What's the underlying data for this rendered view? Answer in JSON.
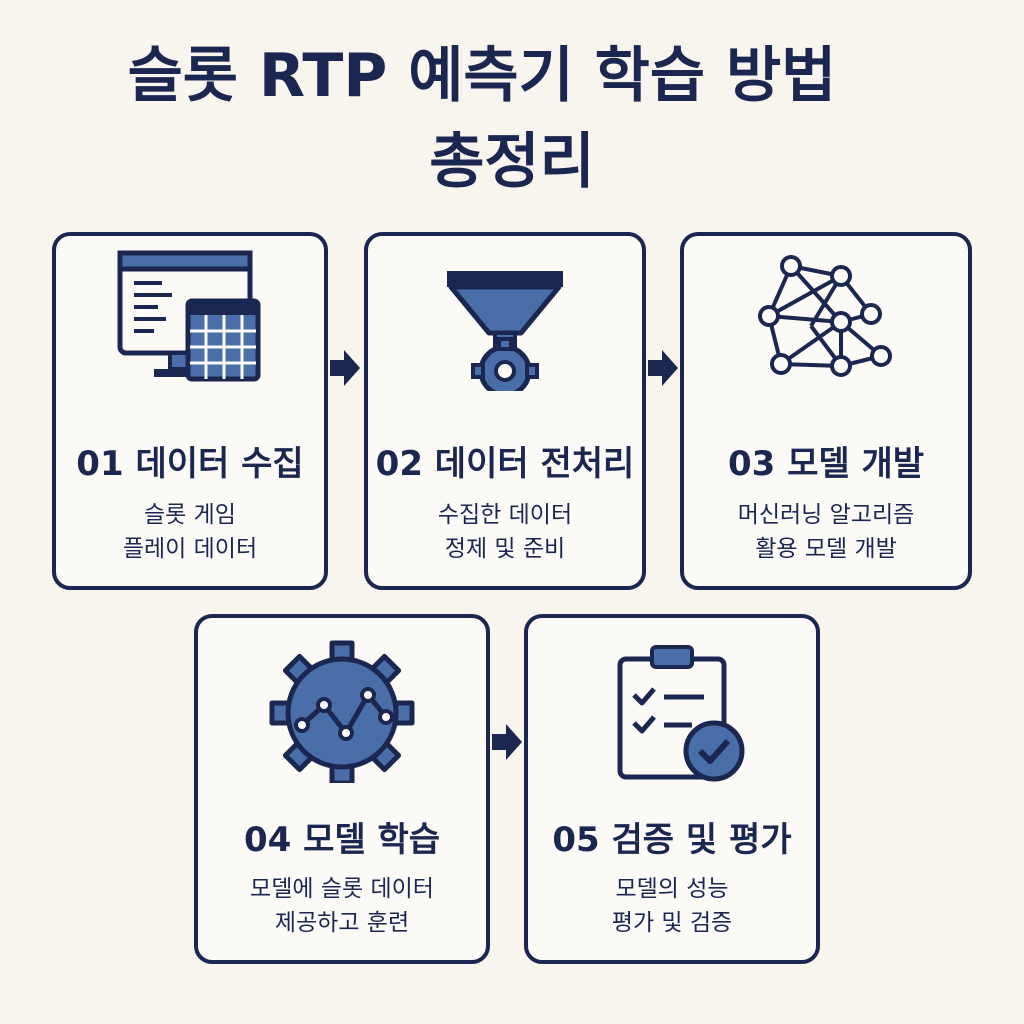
{
  "title": {
    "line1": "슬롯 RTP 예측기 학습 방법",
    "line2": "총정리"
  },
  "steps": [
    {
      "heading": "01  데이터 수집",
      "desc1": "슬롯 게임",
      "desc2": "플레이 데이터",
      "icon": "monitor-spreadsheet-icon"
    },
    {
      "heading": "02 데이터 전처리",
      "desc1": "수집한 데이터",
      "desc2": "정제 및 준비",
      "icon": "funnel-gear-icon"
    },
    {
      "heading": "03 모델 개발",
      "desc1": "머신러닝 알고리즘",
      "desc2": "활용 모델 개발",
      "icon": "neural-network-icon"
    },
    {
      "heading": "04  모델 학습",
      "desc1": "모델에 슬롯 데이터",
      "desc2": "제공하고 훈련",
      "icon": "gear-chart-icon"
    },
    {
      "heading": "05  검증 및 평가",
      "desc1": "모델의 성능",
      "desc2": "평가 및 검증",
      "icon": "clipboard-check-icon"
    }
  ],
  "colors": {
    "navy": "#1b2750",
    "accent": "#4a6ea8",
    "background": "#f8f5ef"
  }
}
